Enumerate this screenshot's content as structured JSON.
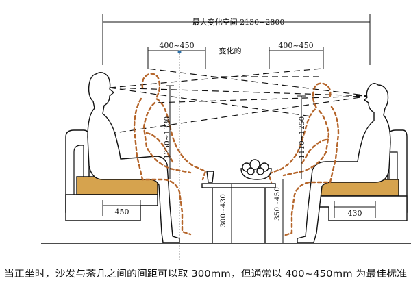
{
  "diagram": {
    "title": "最大变化空间 2130~2800",
    "top_left_range": "400~450",
    "top_right_range": "400~450",
    "change_label": "变化的",
    "left_eye_height": "1250~1330",
    "right_eye_height": "1110~1250",
    "left_seat_depth": "450",
    "right_seat_depth": "430",
    "table_height": "300~430",
    "seat_height": "350~450",
    "caption": "当正坐时，沙发与茶几之间的间距可以取 300mm，但通常以 400~450mm 为最佳标准"
  },
  "colors": {
    "line": "#111111",
    "dashed_figure": "#b5652a",
    "cushion": "#d6a34e",
    "accent_dot": "#2a6fa8"
  }
}
